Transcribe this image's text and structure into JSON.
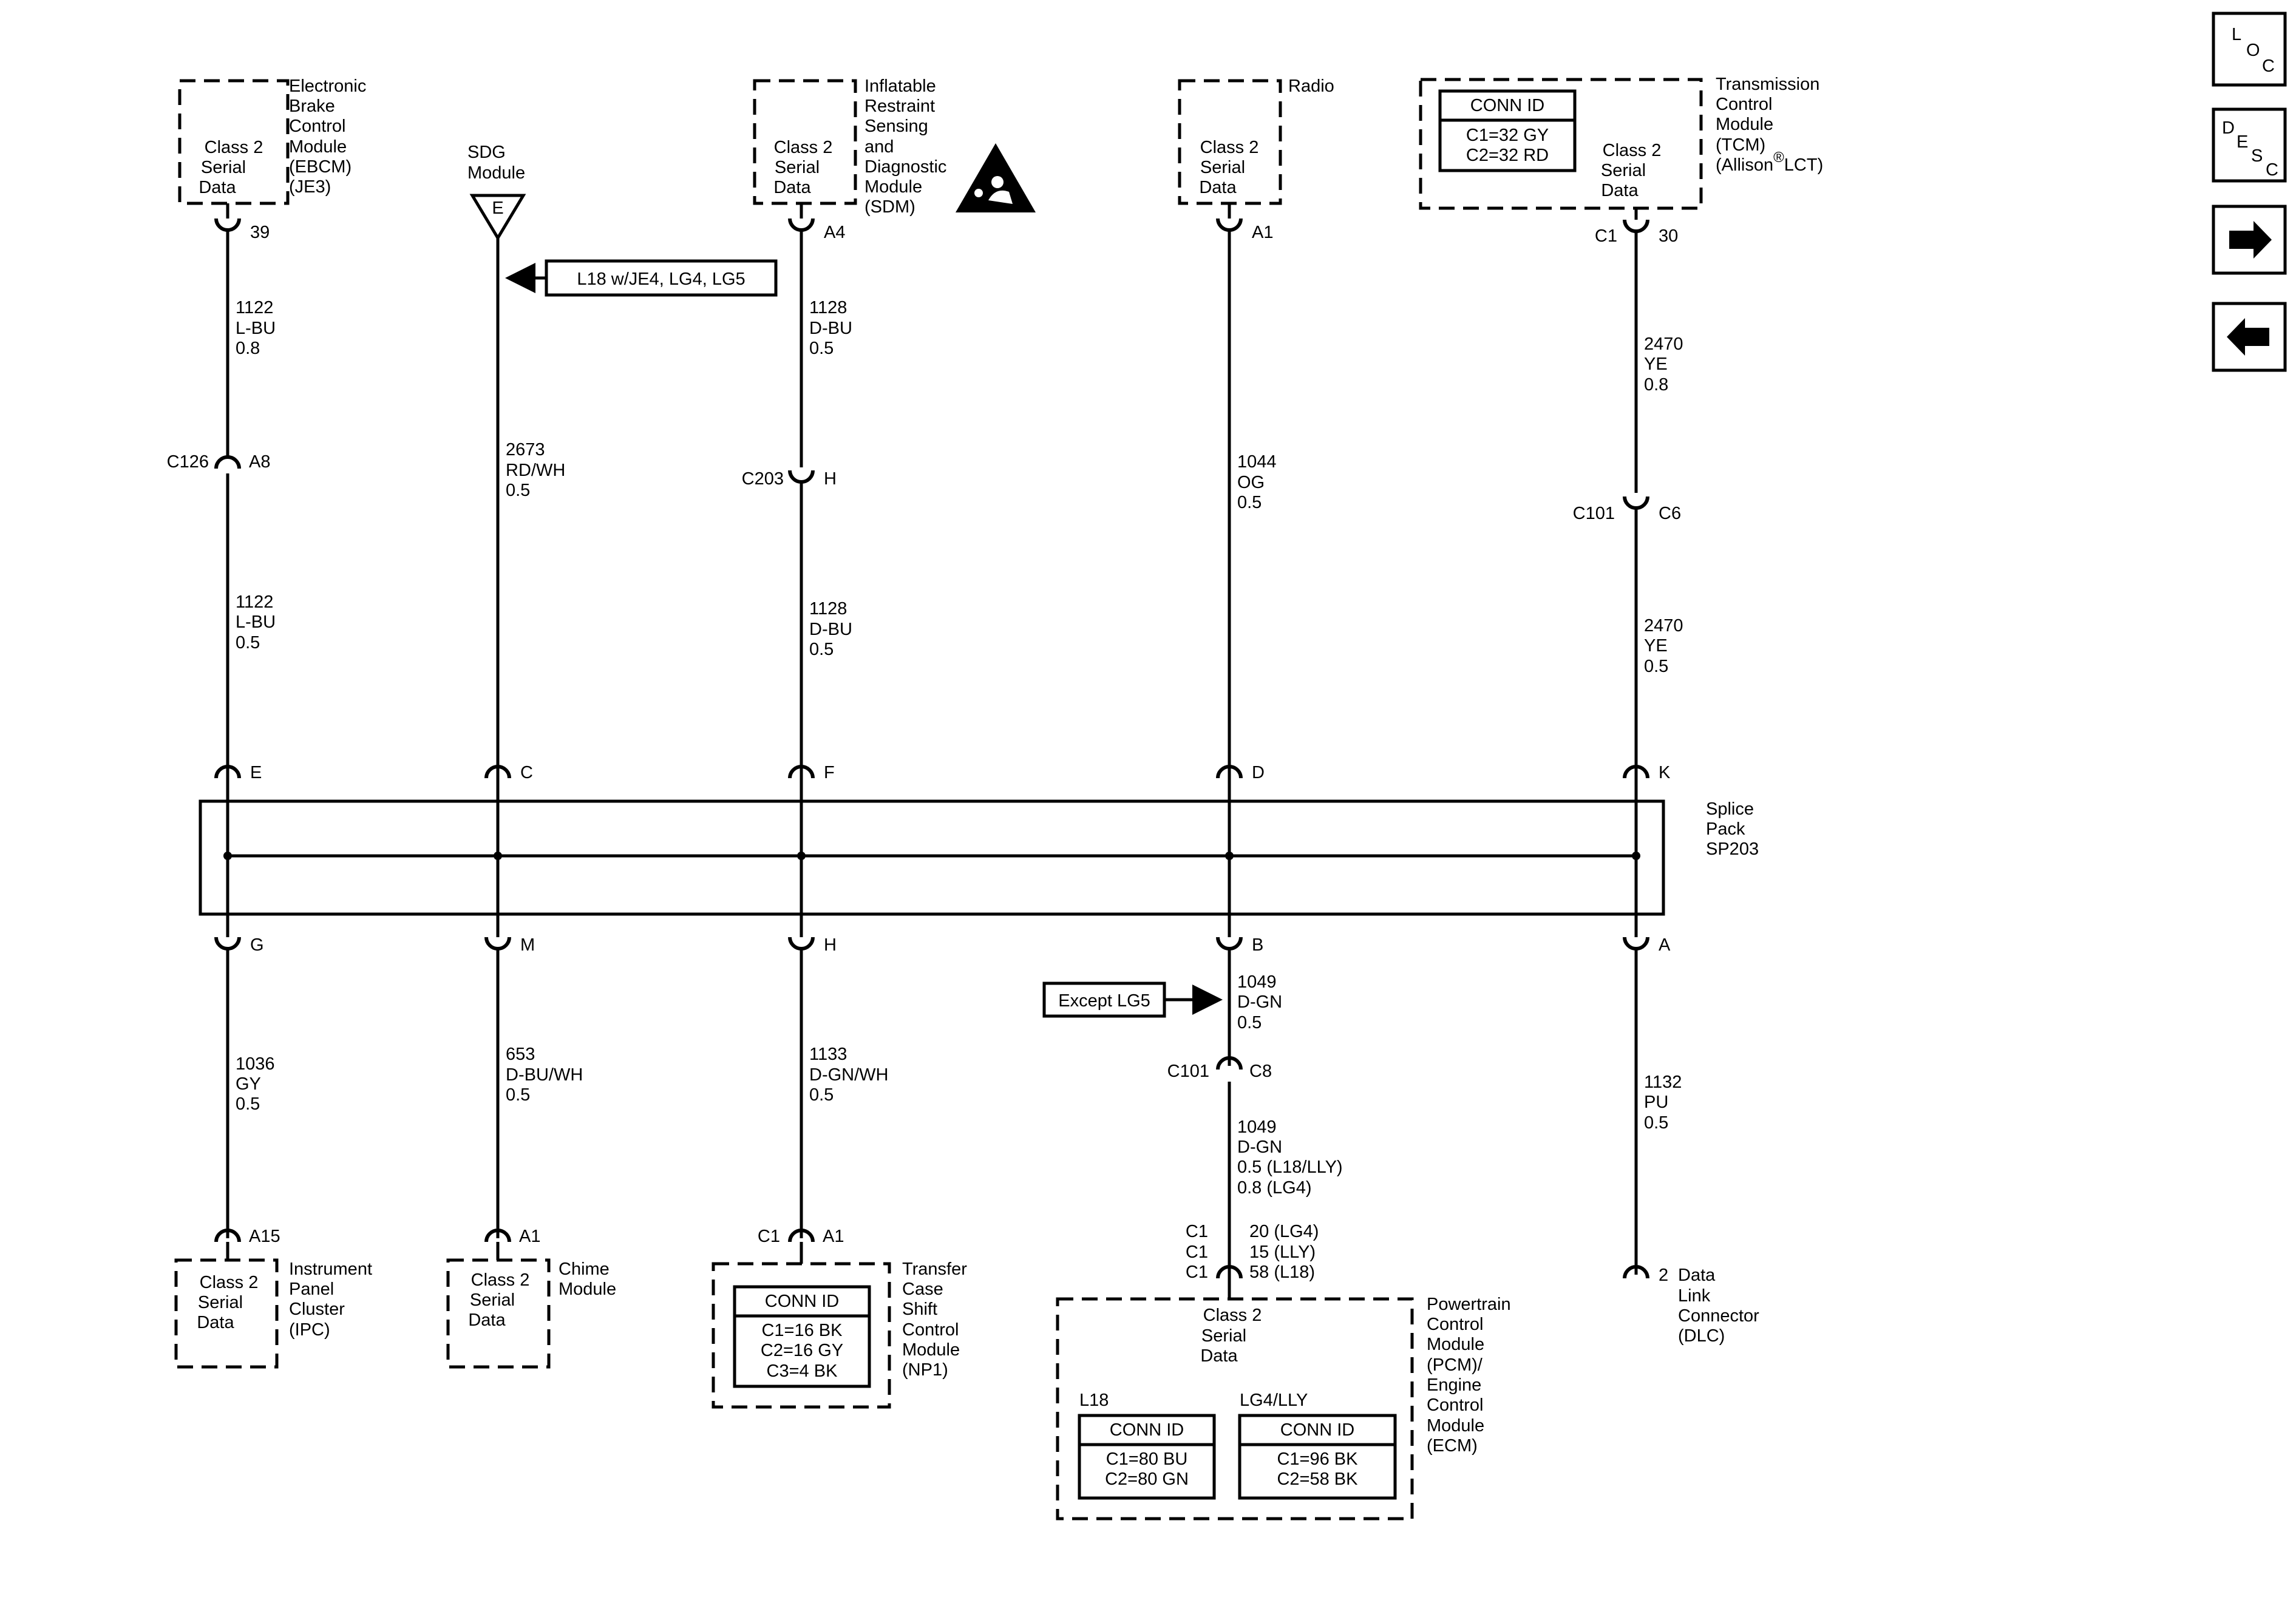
{
  "modules": {
    "ebcm": {
      "box": [
        "Class 2",
        "Serial",
        "Data"
      ],
      "label": [
        "Electronic",
        "Brake",
        "Control",
        "Module",
        "(EBCM)",
        "(JE3)"
      ],
      "pin": "39"
    },
    "sdg": {
      "label": [
        "SDG",
        "Module"
      ],
      "letter": "E"
    },
    "sdm": {
      "box": [
        "Class 2",
        "Serial",
        "Data"
      ],
      "label": [
        "Inflatable",
        "Restraint",
        "Sensing",
        "and",
        "Diagnostic",
        "Module",
        "(SDM)"
      ],
      "pin": "A4"
    },
    "radio": {
      "box": [
        "Class 2",
        "Serial",
        "Data"
      ],
      "label": [
        "Radio"
      ],
      "pin": "A1"
    },
    "tcm": {
      "conn_title": "CONN ID",
      "conn_rows": [
        "C1=32 GY",
        "C2=32 RD"
      ],
      "box": [
        "Class 2",
        "Serial",
        "Data"
      ],
      "label": [
        "Transmission",
        "Control",
        "Module",
        "(TCM)",
        "(Allison",
        "LCT)"
      ],
      "registered": "®",
      "conn": "C1",
      "pin": "30"
    },
    "ipc": {
      "box": [
        "Class 2",
        "Serial",
        "Data"
      ],
      "label": [
        "Instrument",
        "Panel",
        "Cluster",
        "(IPC)"
      ],
      "pin": "A15"
    },
    "chime": {
      "box": [
        "Class 2",
        "Serial",
        "Data"
      ],
      "label": [
        "Chime",
        "Module"
      ],
      "pin": "A1"
    },
    "np1": {
      "conn_title": "CONN ID",
      "conn_rows": [
        "C1=16 BK",
        "C2=16 GY",
        "C3=4 BK"
      ],
      "label": [
        "Transfer",
        "Case",
        "Shift",
        "Control",
        "Module",
        "(NP1)"
      ],
      "conn": "C1",
      "pin": "A1"
    },
    "pcm": {
      "box": [
        "Class 2",
        "Serial",
        "Data"
      ],
      "label": [
        "Powertrain",
        "Control",
        "Module",
        "(PCM)/",
        "Engine",
        "Control",
        "Module",
        "(ECM)"
      ],
      "l18_label": "L18",
      "lg4_label": "LG4/LLY",
      "l18_title": "CONN ID",
      "l18_rows": [
        "C1=80 BU",
        "C2=80 GN"
      ],
      "lg4_title": "CONN ID",
      "lg4_rows": [
        "C1=96 BK",
        "C2=58 BK"
      ],
      "conns": [
        "C1",
        "C1",
        "C1"
      ],
      "pins": [
        "20 (LG4)",
        "15 (LLY)",
        "58 (L18)"
      ]
    },
    "dlc": {
      "label": [
        "Data",
        "Link",
        "Connector",
        "(DLC)"
      ],
      "pin": "2"
    }
  },
  "wires": {
    "w1122_top": [
      "1122",
      "L-BU",
      "0.8"
    ],
    "w1122_bot": [
      "1122",
      "L-BU",
      "0.5"
    ],
    "w2673": [
      "2673",
      "RD/WH",
      "0.5"
    ],
    "w1128_top": [
      "1128",
      "D-BU",
      "0.5"
    ],
    "w1128_bot": [
      "1128",
      "D-BU",
      "0.5"
    ],
    "w1044": [
      "1044",
      "OG",
      "0.5"
    ],
    "w2470_top": [
      "2470",
      "YE",
      "0.8"
    ],
    "w2470_bot": [
      "2470",
      "YE",
      "0.5"
    ],
    "w1036": [
      "1036",
      "GY",
      "0.5"
    ],
    "w653": [
      "653",
      "D-BU/WH",
      "0.5"
    ],
    "w1133": [
      "1133",
      "D-GN/WH",
      "0.5"
    ],
    "w1049_top": [
      "1049",
      "D-GN",
      "0.5"
    ],
    "w1049_bot": [
      "1049",
      "D-GN",
      "0.5 (L18/LLY)",
      "0.8 (LG4)"
    ],
    "w1132": [
      "1132",
      "PU",
      "0.5"
    ]
  },
  "inline_connectors": {
    "c126": {
      "name": "C126",
      "pin": "A8"
    },
    "c203": {
      "name": "C203",
      "pin": "H"
    },
    "c101_tcm": {
      "name": "C101",
      "pin": "C6"
    },
    "c101_pcm": {
      "name": "C101",
      "pin": "C8"
    }
  },
  "splice": {
    "label": [
      "Splice",
      "Pack",
      "SP203"
    ],
    "top_pins": [
      "E",
      "C",
      "F",
      "D",
      "K"
    ],
    "bottom_pins": [
      "G",
      "M",
      "H",
      "B",
      "A"
    ]
  },
  "callouts": {
    "sdg_option": "L18 w/JE4, LG4, LG5",
    "except_lg5": "Except LG5"
  },
  "nav": {
    "loc": [
      "L",
      "O",
      "C"
    ],
    "desc": [
      "D",
      "E",
      "S",
      "C"
    ],
    "next_icon": "right-arrow-icon",
    "prev_icon": "left-arrow-icon"
  }
}
